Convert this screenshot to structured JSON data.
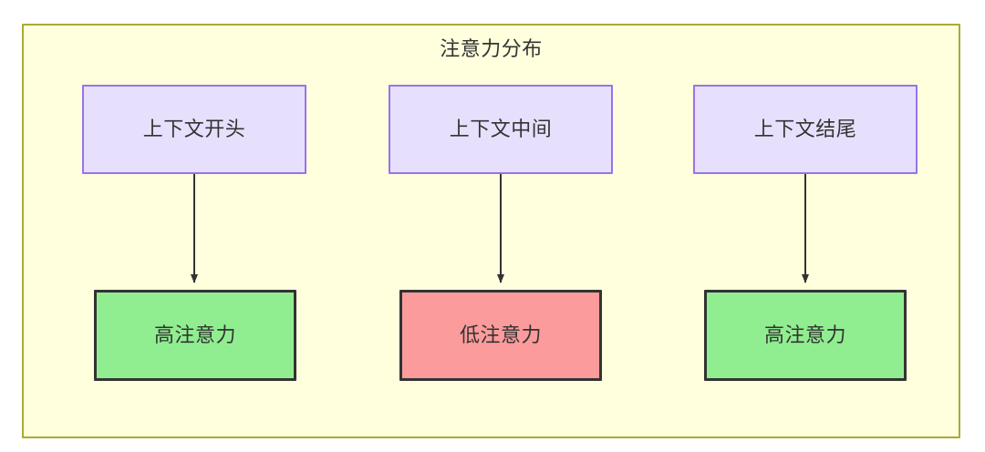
{
  "diagram": {
    "title": "注意力分布",
    "type": "flowchart",
    "container": {
      "label": "注意力分布",
      "fill": "#ffffdd",
      "border": "#aaaa33"
    },
    "nodes": [
      {
        "id": "ctx-start",
        "label": "上下文开头",
        "group": "context",
        "fill": "#e7e0fd",
        "border": "#9a72e8"
      },
      {
        "id": "ctx-middle",
        "label": "上下文中间",
        "group": "context",
        "fill": "#e7e0fd",
        "border": "#9a72e8"
      },
      {
        "id": "ctx-end",
        "label": "上下文结尾",
        "group": "context",
        "fill": "#e7e0fd",
        "border": "#9a72e8"
      },
      {
        "id": "attn-start",
        "label": "高注意力",
        "group": "attention",
        "fill": "#90ee90",
        "border": "#333333"
      },
      {
        "id": "attn-middle",
        "label": "低注意力",
        "group": "attention",
        "fill": "#fb9b9b",
        "border": "#333333"
      },
      {
        "id": "attn-end",
        "label": "高注意力",
        "group": "attention",
        "fill": "#90ee90",
        "border": "#333333"
      }
    ],
    "edges": [
      {
        "from": "ctx-start",
        "to": "attn-start",
        "label": "",
        "arrow": "arrowhead-icon"
      },
      {
        "from": "ctx-middle",
        "to": "attn-middle",
        "label": "",
        "arrow": "arrowhead-icon"
      },
      {
        "from": "ctx-end",
        "to": "attn-end",
        "label": "",
        "arrow": "arrowhead-icon"
      }
    ],
    "edge_color": "#333333",
    "text_color": "#333333",
    "page_background": "#ffffff"
  }
}
